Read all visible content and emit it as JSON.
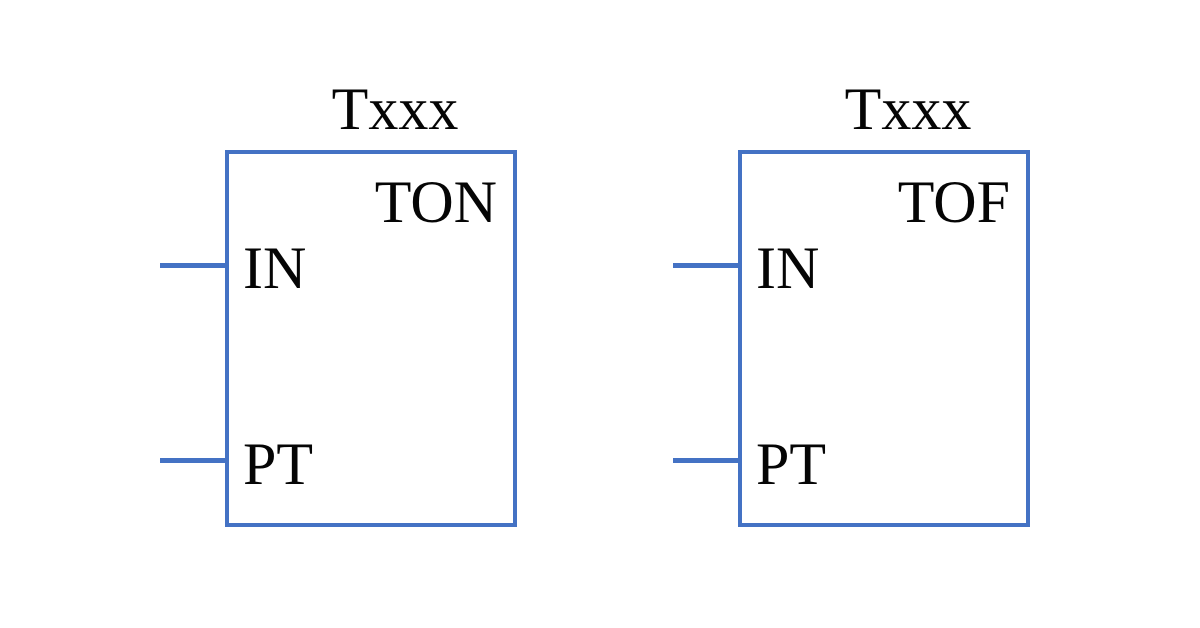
{
  "diagram": {
    "accent_color": "#4472C4",
    "text_color": "#050505",
    "background_color": "#ffffff",
    "blocks": [
      {
        "instance_label": "Txxx",
        "type_label": "TON",
        "inputs": [
          "IN",
          "PT"
        ]
      },
      {
        "instance_label": "Txxx",
        "type_label": "TOF",
        "inputs": [
          "IN",
          "PT"
        ]
      }
    ]
  }
}
